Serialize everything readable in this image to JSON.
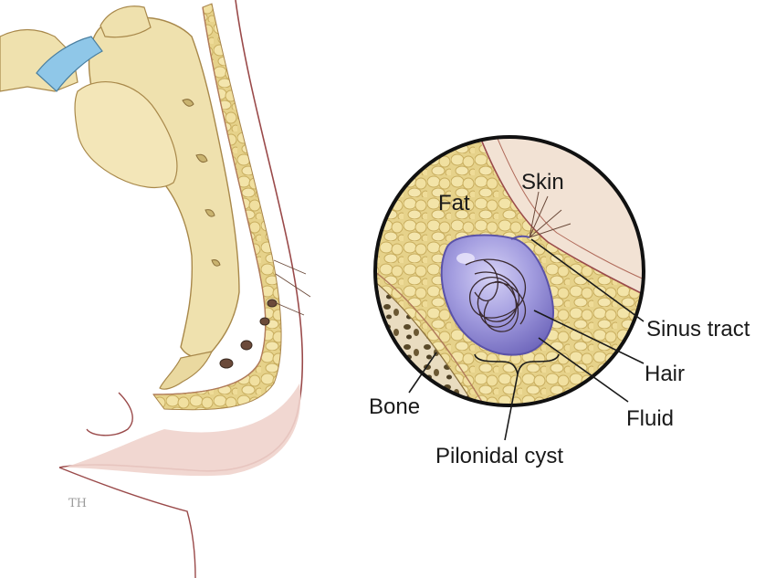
{
  "labels": {
    "skin": "Skin",
    "fat": "Fat",
    "sinus_tract": "Sinus tract",
    "hair": "Hair",
    "fluid": "Fluid",
    "bone": "Bone",
    "pilonidal_cyst": "Pilonidal cyst"
  },
  "colors": {
    "bone": "#efe1ae",
    "bone_shadow": "#c9b36f",
    "fat": "#e8d58f",
    "skin": "#e9c9c2",
    "skin_line": "#9a4a4a",
    "cyst": "#9c96d6",
    "cyst_dark": "#6c64b4",
    "disc": "#8fc7e8",
    "marrow": "#5a4a2a"
  }
}
